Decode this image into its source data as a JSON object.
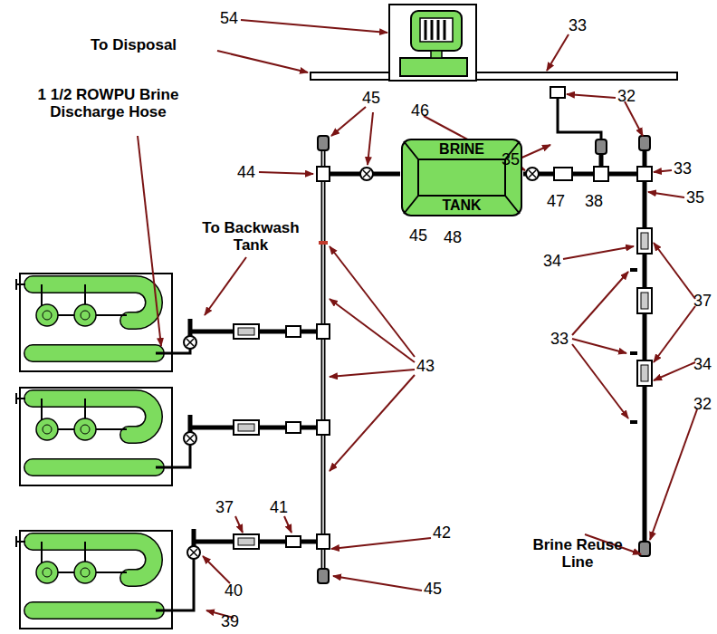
{
  "diagram": {
    "nodes": [
      {
        "text": [
          "BRINE",
          "TANK"
        ]
      }
    ],
    "labels": [
      "54",
      "33",
      "To Disposal",
      "32",
      "45",
      "1 1/2 ROWPU Brine Discharge Hose",
      "46",
      "35",
      "44",
      "33",
      "35",
      "45",
      "47",
      "38",
      "48",
      "To Backwash Tank",
      "34",
      "37",
      "33",
      "34",
      "32",
      "43",
      "37",
      "41",
      "42",
      "45",
      "40",
      "39",
      "Brine Reuse Line"
    ]
  }
}
